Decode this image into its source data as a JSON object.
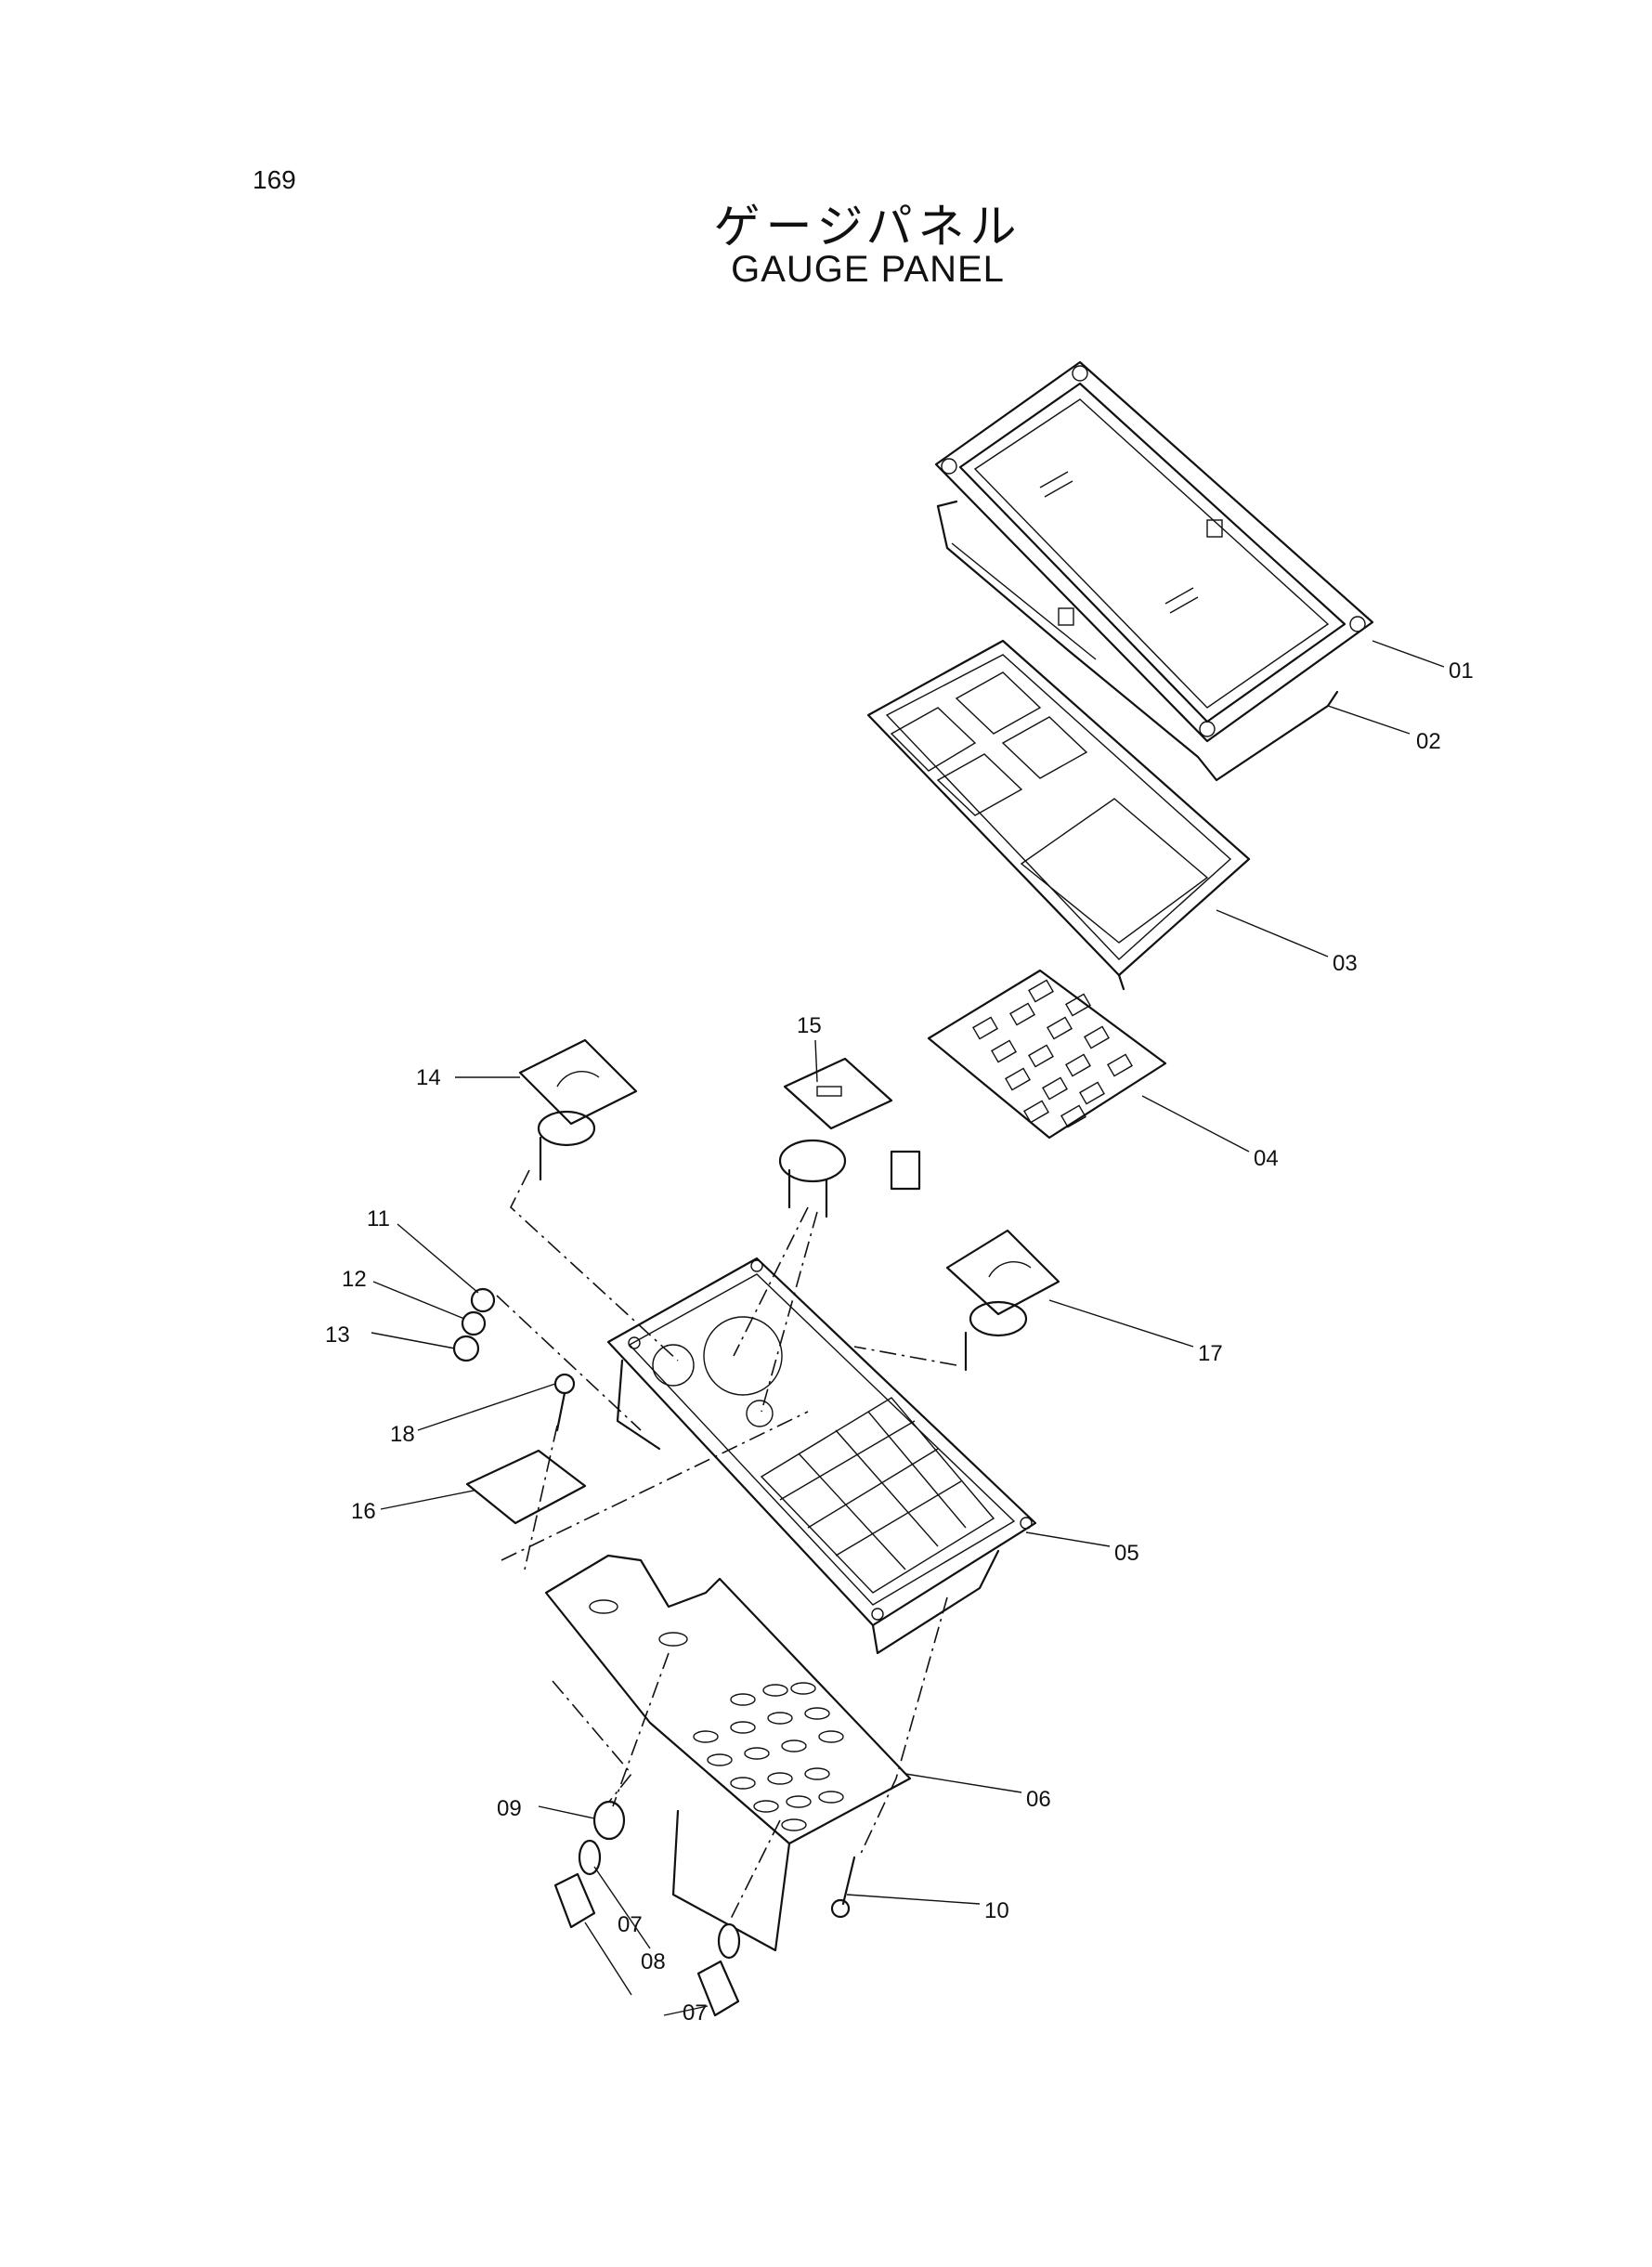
{
  "page": {
    "number": "169"
  },
  "title": {
    "japanese": "ゲージパネル",
    "english": "GAUGE PANEL"
  },
  "callouts": [
    {
      "id": "01",
      "label": "01"
    },
    {
      "id": "02",
      "label": "02"
    },
    {
      "id": "03",
      "label": "03"
    },
    {
      "id": "04",
      "label": "04"
    },
    {
      "id": "05",
      "label": "05"
    },
    {
      "id": "06",
      "label": "06"
    },
    {
      "id": "07a",
      "label": "07"
    },
    {
      "id": "07b",
      "label": "07"
    },
    {
      "id": "08",
      "label": "08"
    },
    {
      "id": "09",
      "label": "09"
    },
    {
      "id": "10",
      "label": "10"
    },
    {
      "id": "11",
      "label": "11"
    },
    {
      "id": "12",
      "label": "12"
    },
    {
      "id": "13",
      "label": "13"
    },
    {
      "id": "14",
      "label": "14"
    },
    {
      "id": "15",
      "label": "15"
    },
    {
      "id": "16",
      "label": "16"
    },
    {
      "id": "17",
      "label": "17"
    },
    {
      "id": "18",
      "label": "18"
    }
  ]
}
